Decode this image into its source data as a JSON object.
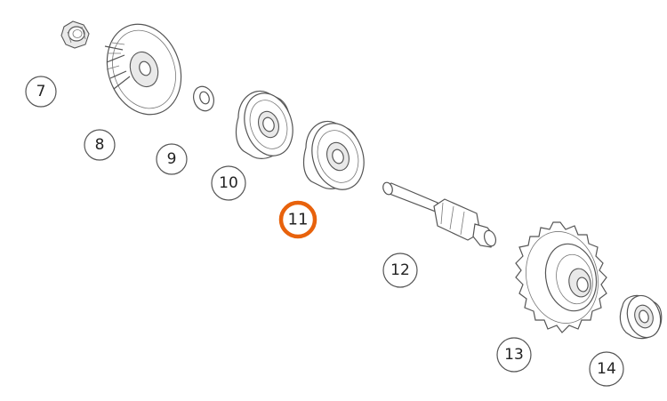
{
  "diagram": {
    "parts": [
      {
        "id": "7",
        "label": "7",
        "part": "nut"
      },
      {
        "id": "8",
        "label": "8",
        "part": "impeller"
      },
      {
        "id": "9",
        "label": "9",
        "part": "washer"
      },
      {
        "id": "10",
        "label": "10",
        "part": "bearing"
      },
      {
        "id": "11",
        "label": "11",
        "part": "bearing",
        "highlighted": true
      },
      {
        "id": "12",
        "label": "12",
        "part": "shaft"
      },
      {
        "id": "13",
        "label": "13",
        "part": "gear"
      },
      {
        "id": "14",
        "label": "14",
        "part": "bearing"
      }
    ],
    "highlight_color": "#e8620c",
    "line_color": "#555555"
  }
}
